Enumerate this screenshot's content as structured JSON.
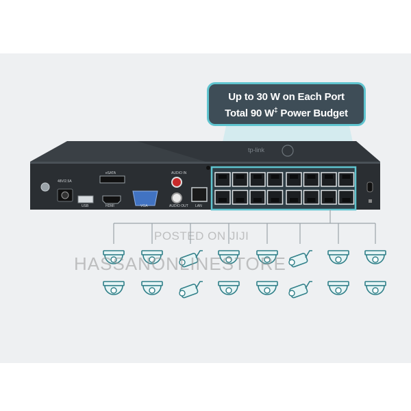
{
  "callout": {
    "line1": "Up to 30 W on Each Port",
    "line2_prefix": "Total 90 W",
    "line2_mark": "‡",
    "line2_suffix": " Power Budget"
  },
  "watermark": {
    "line1": "POSTED ON JIJI",
    "line2": "HASSANONLINESTORE"
  },
  "port_labels": {
    "dc": "48V/2.5A",
    "usb": "USB",
    "esata": "eSATA",
    "hdmi": "HDMI",
    "vga": "VGA",
    "audio_in": "AUDIO IN",
    "audio_out": "AUDIO OUT",
    "lan": "LAN"
  },
  "poe_ports": {
    "count": 16
  },
  "cameras": {
    "row1": [
      "dome-camera",
      "dome-camera",
      "bullet-camera",
      "dome-camera",
      "dome-camera",
      "bullet-camera",
      "dome-camera",
      "dome-camera"
    ],
    "row2": [
      "dome-camera",
      "dome-camera",
      "bullet-camera",
      "dome-camera",
      "dome-camera",
      "bullet-camera",
      "dome-camera",
      "dome-camera"
    ]
  },
  "colors": {
    "teal_accent": "#5fc4cf",
    "callout_bg": "#3e4d57",
    "device_body": "#2d3236",
    "camera_fill": "#e6f4f5",
    "camera_stroke": "#2f7f88"
  }
}
